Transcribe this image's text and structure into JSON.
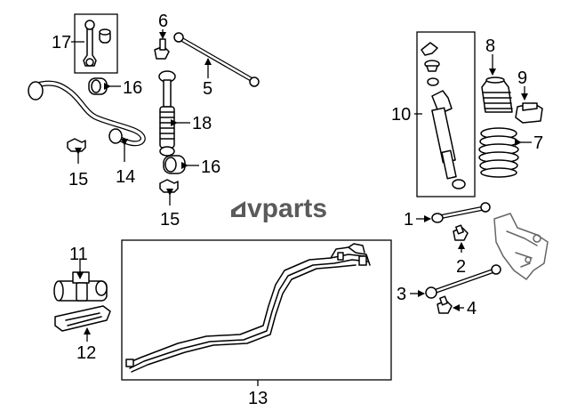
{
  "watermark": {
    "text": "vparts"
  },
  "callouts": [
    "1",
    "2",
    "3",
    "4",
    "5",
    "6",
    "7",
    "8",
    "9",
    "10",
    "11",
    "12",
    "13",
    "14",
    "15",
    "16",
    "17",
    "18"
  ]
}
